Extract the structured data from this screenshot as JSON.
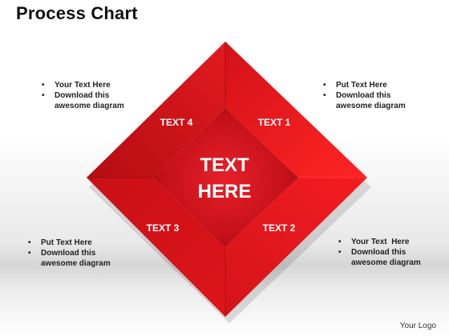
{
  "title": "Process Chart",
  "center_text": {
    "line1": "TEXT",
    "line2": "HERE"
  },
  "segments": {
    "top_right": "TEXT 1",
    "bottom_right": "TEXT 2",
    "bottom_left": "TEXT 3",
    "top_left": "TEXT 4"
  },
  "callouts": {
    "top_left": [
      "Your Text Here",
      "Download this awesome diagram"
    ],
    "top_right": [
      "Put Text Here",
      "Download this awesome diagram"
    ],
    "bottom_left": [
      "Put Text Here",
      "Download this awesome diagram"
    ],
    "bottom_right": [
      "Your Text  Here",
      "Download this awesome diagram"
    ]
  },
  "footer": {
    "logo": "Your Logo"
  },
  "colors": {
    "main_red": "#e0171c",
    "dark_red": "#b80d12",
    "bright_red": "#ff2a2a",
    "center_red": "#c8111a"
  }
}
